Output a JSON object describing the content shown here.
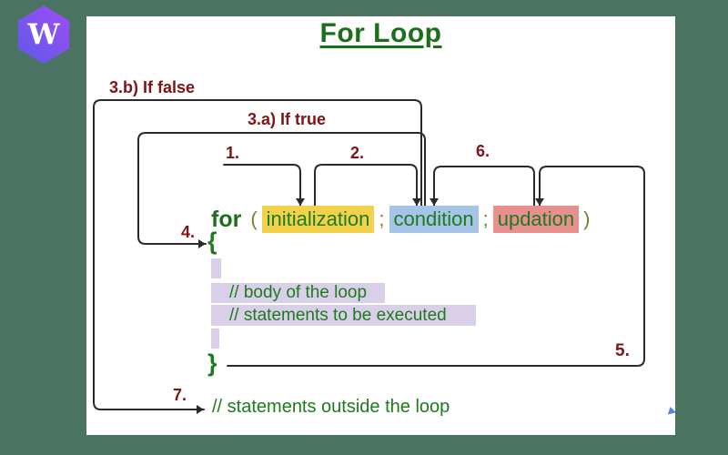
{
  "logo": {
    "letter": "W"
  },
  "title": "For Loop",
  "labels": {
    "step1": "1.",
    "step2": "2.",
    "step3a": "3.a) If true",
    "step3b": "3.b) If false",
    "step4": "4.",
    "step5": "5.",
    "step6": "6.",
    "step7": "7."
  },
  "code": {
    "keyword": "for",
    "open_paren": "(",
    "initialization": "initialization",
    "semicolon1": ";",
    "condition": "condition",
    "semicolon2": ";",
    "updation": "updation",
    "close_paren": ")",
    "open_brace": "{",
    "body_comment1": "// body of the loop",
    "body_comment2": "// statements to be executed",
    "close_brace": "}",
    "outside_comment": "// statements outside the loop"
  },
  "icons": {
    "logo": "w-hexagon-logo",
    "arrows": "flow-arrow-lines",
    "cursor": "mouse-cursor"
  },
  "colors": {
    "background_teal": "#4A7461",
    "panel_white": "#FFFFFF",
    "title_green": "#1B6E1B",
    "code_green": "#1E7A1E",
    "label_maroon": "#7D1416",
    "line_black": "#2A2A2A",
    "initialization_highlight": "#F2D24B",
    "condition_highlight": "#A6C4E7",
    "updation_highlight": "#E89090",
    "body_highlight": "#DACFE8",
    "punctuation_olive": "#7E7E2F",
    "logo_gradient_start": "#9A4DF2",
    "logo_gradient_end": "#5B58E9"
  }
}
